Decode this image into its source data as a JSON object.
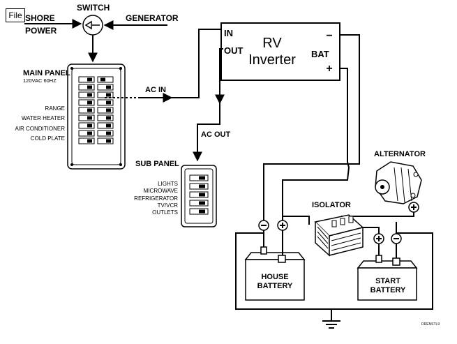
{
  "menu": {
    "file_label": "File"
  },
  "top": {
    "shore_line1": "SHORE",
    "shore_line2": "POWER",
    "switch": "SWITCH",
    "generator": "GENERATOR"
  },
  "main_panel": {
    "title": "MAIN PANEL",
    "spec": "120VAC 60HZ",
    "loads": [
      "RANGE",
      "WATER HEATER",
      "AIR CONDITIONER",
      "COLD PLATE"
    ]
  },
  "ac_in": "AC IN",
  "ac_out": "AC OUT",
  "inverter": {
    "in": "IN",
    "out": "OUT",
    "title1": "RV",
    "title2": "Inverter",
    "bat": "BAT",
    "minus": "−",
    "plus": "+"
  },
  "sub_panel": {
    "title": "SUB PANEL",
    "loads": [
      "LIGHTS",
      "MICROWAVE",
      "REFRIGERATOR",
      "TV/VCR",
      "OUTLETS"
    ]
  },
  "alternator": "ALTERNATOR",
  "isolator": "ISOLATOR",
  "house_battery": {
    "line1": "HOUSE",
    "line2": "BATTERY"
  },
  "start_battery": {
    "line1": "START",
    "line2": "BATTERY"
  },
  "code": "DRENSTL9",
  "colors": {
    "line": "#000000",
    "background": "#ffffff"
  }
}
